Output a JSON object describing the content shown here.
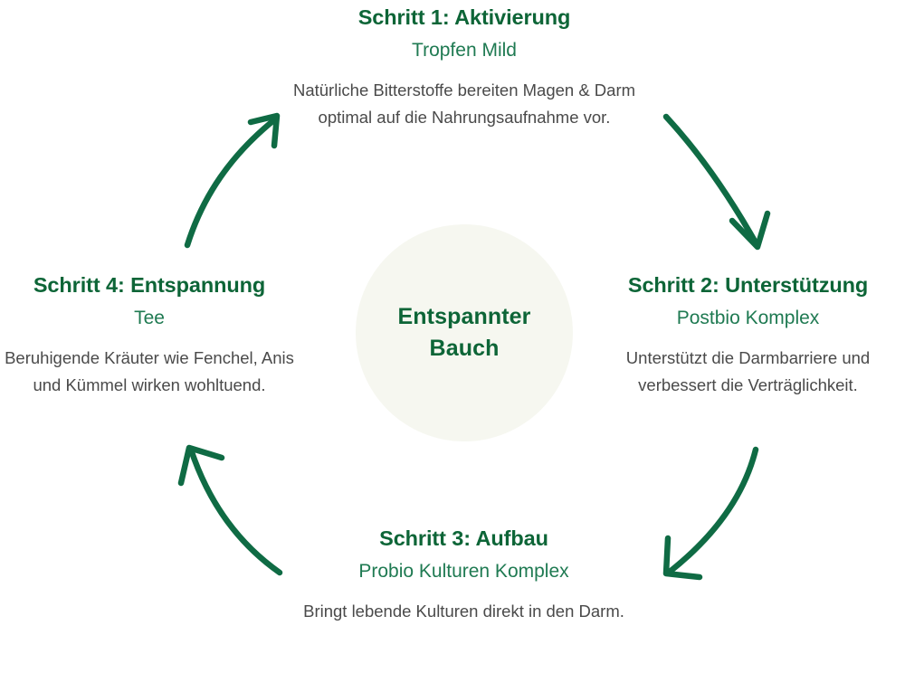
{
  "diagram": {
    "title_visible": false,
    "colors": {
      "heading_green": "#0d6537",
      "subtitle_green": "#1f7a52",
      "body_gray": "#4a4a4a",
      "arrow_green": "#0f6b44",
      "hub_background": "#f6f7f0",
      "page_background": "#ffffff"
    },
    "center": {
      "label": "Entspannter Bauch"
    },
    "steps": [
      {
        "id": "step-1",
        "position": "top",
        "title": "Schritt 1: Aktivierung",
        "subtitle": "Tropfen Mild",
        "body": "Natürliche Bitterstoffe bereiten Magen & Darm optimal auf die Nahrungsaufnahme vor."
      },
      {
        "id": "step-2",
        "position": "right",
        "title": "Schritt 2: Unterstützung",
        "subtitle": "Postbio Komplex",
        "body": "Unterstützt die Darmbarriere und verbessert die Verträglichkeit."
      },
      {
        "id": "step-3",
        "position": "bottom",
        "title": "Schritt 3: Aufbau",
        "subtitle": "Probio Kulturen Komplex",
        "body": "Bringt lebende Kulturen direkt in den Darm."
      },
      {
        "id": "step-4",
        "position": "left",
        "title": "Schritt 4: Entspannung",
        "subtitle": "Tee",
        "body": "Beruhigende Kräuter wie Fenchel, Anis und Kümmel wirken wohltuend."
      }
    ],
    "arrows": [
      {
        "id": "arrow-step1-to-step2",
        "from": "Schritt 1: Aktivierung",
        "to": "Schritt 2: Unterstützung",
        "direction": "top-right-descending"
      },
      {
        "id": "arrow-step2-to-step3",
        "from": "Schritt 2: Unterstützung",
        "to": "Schritt 3: Aufbau",
        "direction": "bottom-right-descending"
      },
      {
        "id": "arrow-step3-to-step4",
        "from": "Schritt 3: Aufbau",
        "to": "Schritt 4: Entspannung",
        "direction": "bottom-left-ascending"
      },
      {
        "id": "arrow-step4-to-step1",
        "from": "Schritt 4: Entspannung",
        "to": "Schritt 1: Aktivierung",
        "direction": "top-left-ascending"
      }
    ]
  }
}
